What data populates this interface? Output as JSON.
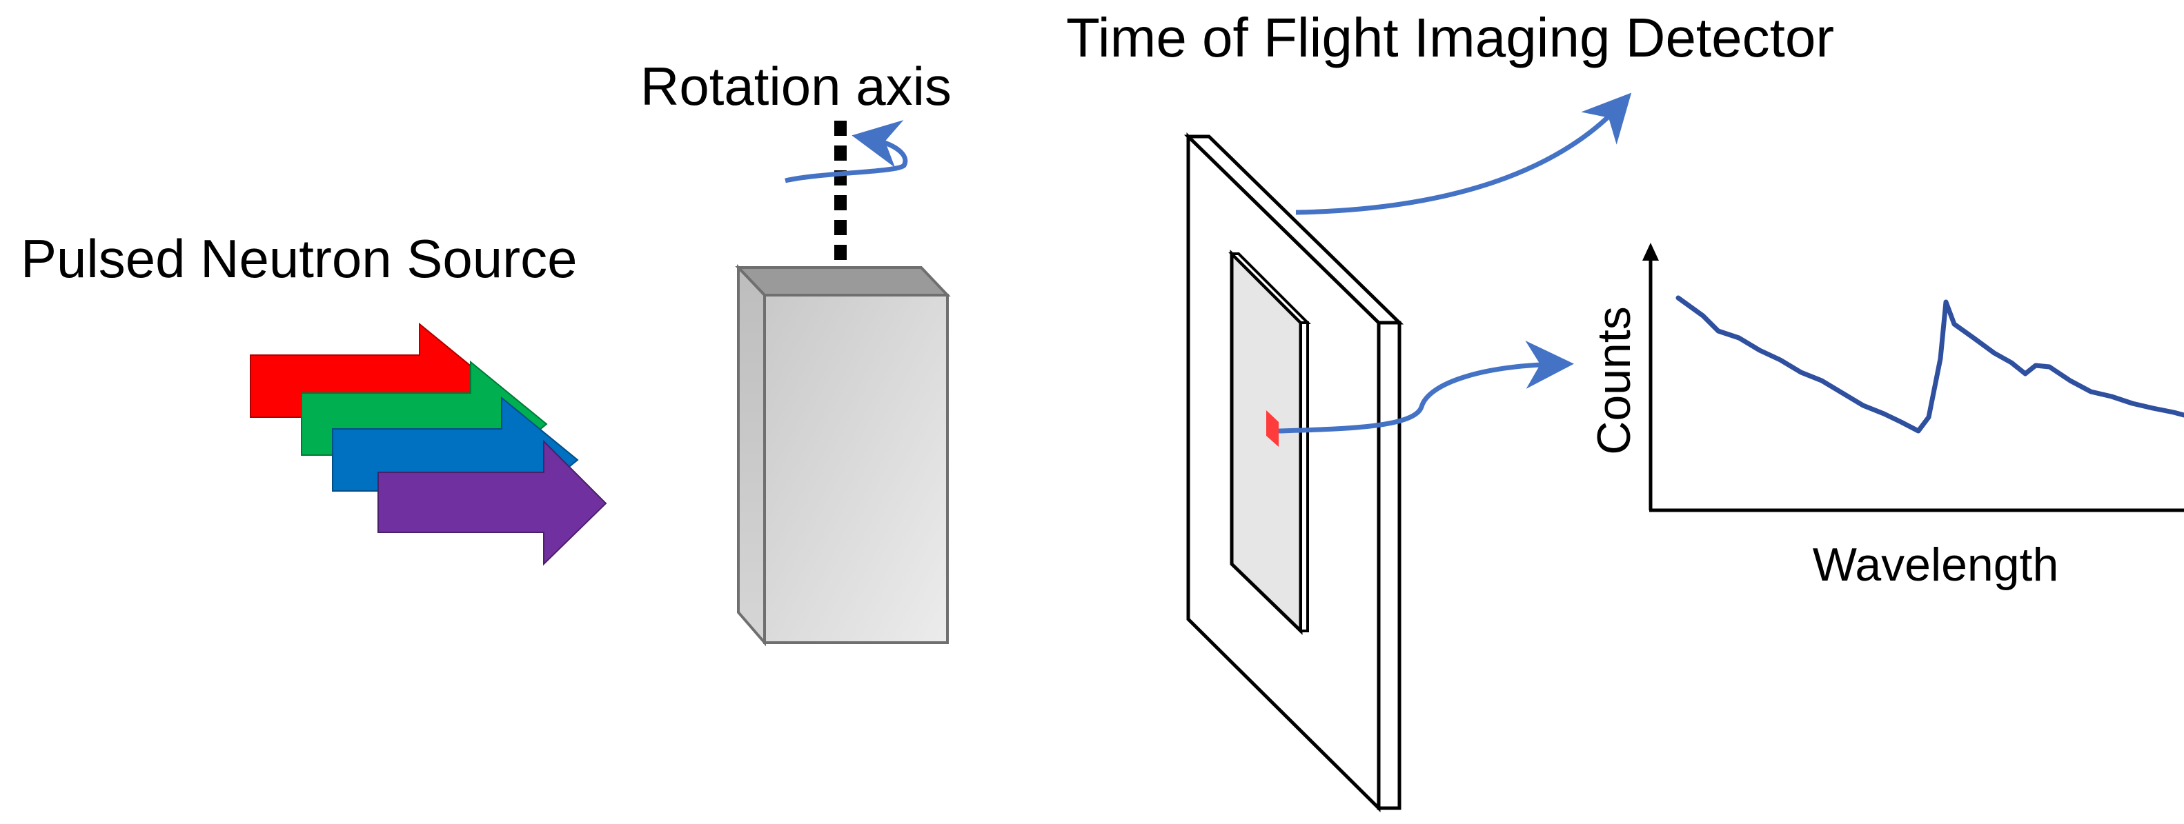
{
  "labels": {
    "source": "Pulsed Neutron Source",
    "rotation_axis": "Rotation axis",
    "detector": "Time of Flight Imaging Detector",
    "x_axis": "Wavelength",
    "y_axis": "Counts"
  },
  "colors": {
    "arrow_red": "#ff0000",
    "arrow_green": "#00b050",
    "arrow_blue": "#0070c0",
    "arrow_purple": "#7030a0",
    "curve_blue": "#4472c4",
    "spectrum_line": "#2f4f9f",
    "pixel_red": "#ff3b3b",
    "sample_gray": "#d0d0d0"
  },
  "icons": {
    "arrows": "neutron-beam-arrows",
    "sample": "sample-block",
    "detector": "detector-panel",
    "spectrum": "spectrum-plot"
  }
}
